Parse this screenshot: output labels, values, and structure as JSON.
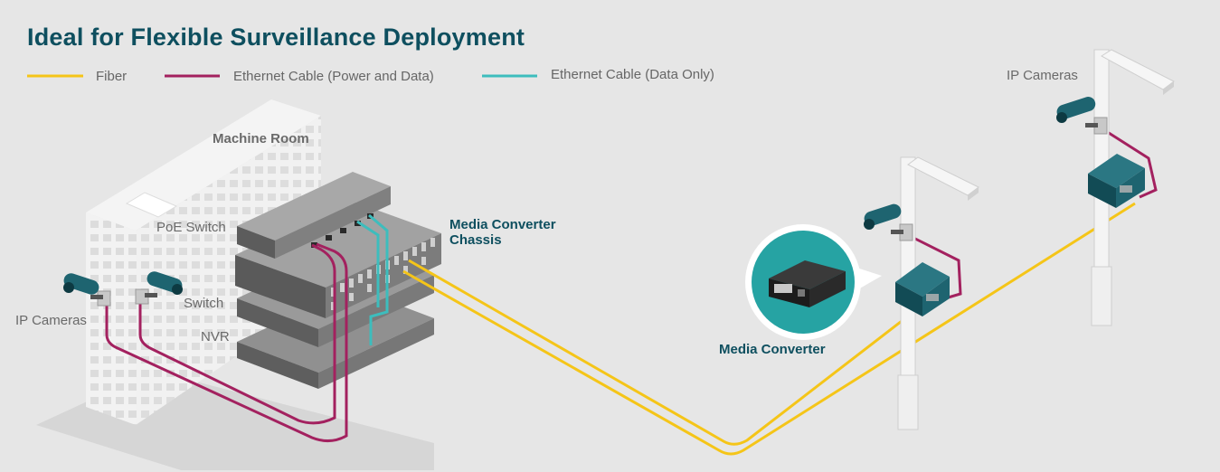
{
  "title": "Ideal for Flexible Surveillance Deployment",
  "legend": [
    {
      "label": "Fiber",
      "color": "#f5c518"
    },
    {
      "label": "Ethernet Cable (Power and Data)",
      "color": "#a3215f"
    },
    {
      "label": "Ethernet Cable (Data Only)",
      "color": "#3dbdbd"
    }
  ],
  "labels": {
    "machine_room": "Machine Room",
    "poe_switch": "PoE Switch",
    "switch": "Switch",
    "nvr": "NVR",
    "ip_cameras_left": "IP Cameras",
    "ip_cameras_right": "IP Cameras",
    "chassis_line1": "Media Converter",
    "chassis_line2": "Chassis",
    "media_converter": "Media Converter"
  },
  "colors": {
    "background": "#e6e6e6",
    "title": "#0e4f5f",
    "fiber": "#f5c518",
    "poe_cable": "#a3215f",
    "data_cable": "#3dbdbd",
    "converter_box": "#1e6470",
    "callout_circle": "#26a3a3"
  },
  "icons": {
    "camera": "cctv-camera-icon",
    "pole": "street-light-pole-icon",
    "converter": "media-converter-box-icon"
  }
}
